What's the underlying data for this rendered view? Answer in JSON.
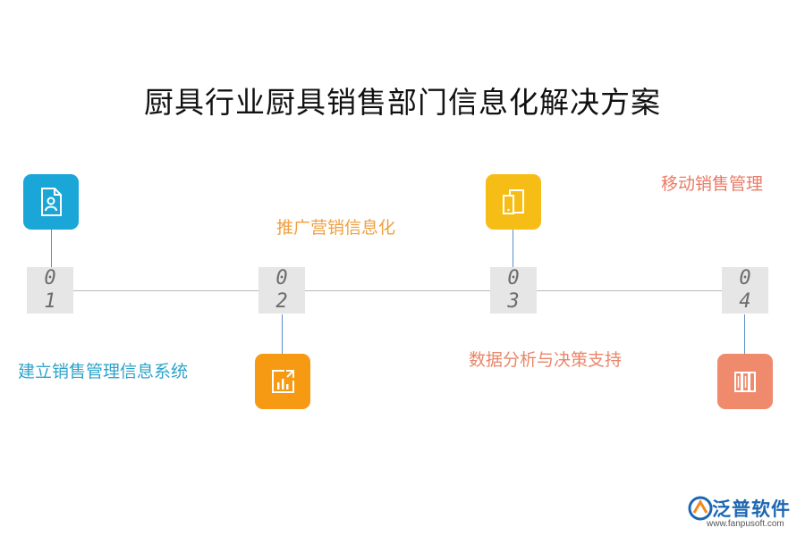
{
  "title": "厨具行业厨具销售部门信息化解决方案",
  "steps": [
    {
      "num_top": "0",
      "num_bottom": "1",
      "label": "建立销售管理信息系统",
      "icon": "user-document-icon",
      "color": "#1aa7d8",
      "label_color": "#2ea3c9"
    },
    {
      "num_top": "0",
      "num_bottom": "2",
      "label": "推广营销信息化",
      "icon": "bar-chart-export-icon",
      "color": "#f59a12",
      "label_color": "#f0a040"
    },
    {
      "num_top": "0",
      "num_bottom": "3",
      "label": "数据分析与决策支持",
      "icon": "tablet-pages-icon",
      "color": "#f6bd16",
      "label_color": "#e9866a"
    },
    {
      "num_top": "0",
      "num_bottom": "4",
      "label": "移动销售管理",
      "icon": "books-icon",
      "color": "#f08a6d",
      "label_color": "#ea7b66"
    }
  ],
  "logo": {
    "text": "泛普软件",
    "url": "www.fanpusoft.com",
    "icon": "fanpu-logo-icon"
  }
}
